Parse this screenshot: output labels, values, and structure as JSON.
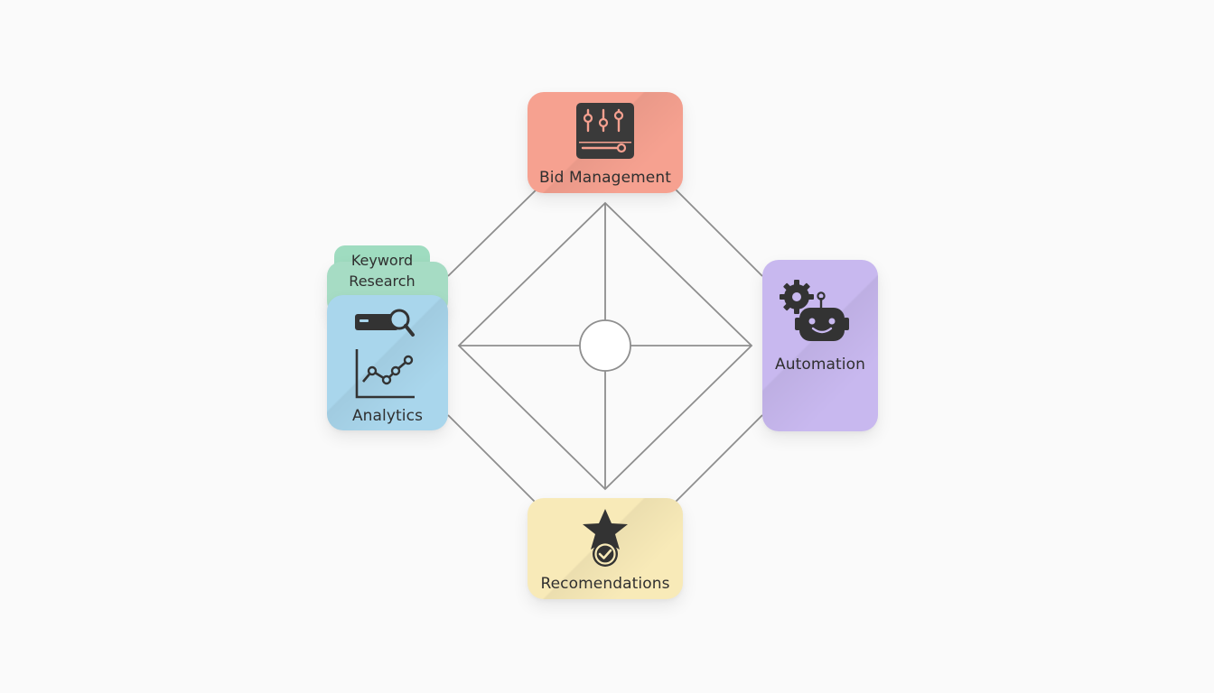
{
  "nodes": {
    "bid_management": {
      "label": "Bid Management",
      "color": "#f6a190",
      "icon": "sliders-panel-icon"
    },
    "automation": {
      "label": "Automation",
      "color": "#c8b8ef",
      "icon": "gear-robot-icon"
    },
    "recommendations": {
      "label": "Recomendations",
      "color": "#f8eab8",
      "icon": "star-check-badge-icon"
    },
    "keyword_research": {
      "label": "Keyword\nResearch",
      "color": "#9fdcc0",
      "icon": "search-bar-icon"
    },
    "analytics": {
      "label": "Analytics",
      "color": "#a9d6ec",
      "icon": "line-chart-icon"
    }
  },
  "wire_color": "#8e8e8e"
}
